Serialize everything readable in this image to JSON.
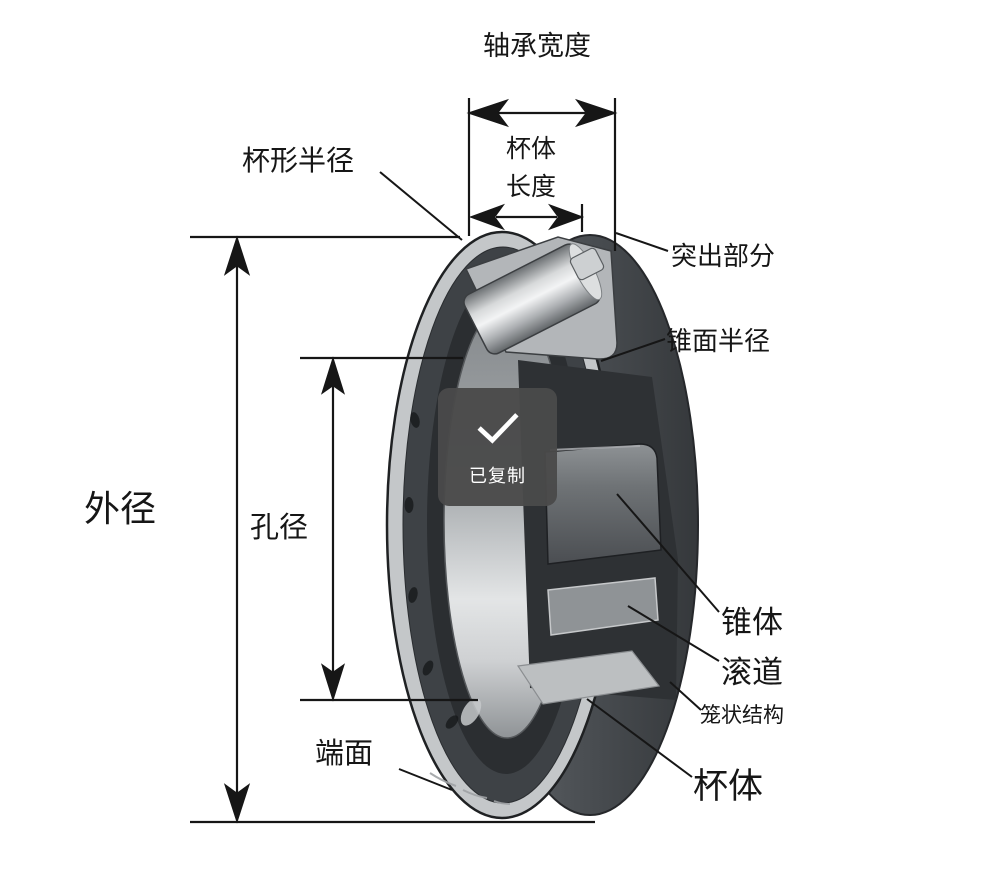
{
  "diagram": {
    "title": "轴承宽度",
    "labels": {
      "bearing_width": "轴承宽度",
      "cup_radius": "杯形半径",
      "cup_length_line1": "杯体",
      "cup_length_line2": "长度",
      "protrusion": "突出部分",
      "cone_face_radius": "锥面半径",
      "outer_diameter": "外径",
      "bore_diameter": "孔径",
      "cone": "锥体",
      "raceway": "滚道",
      "cage_structure": "笼状结构",
      "cup": "杯体",
      "end_face": "端面"
    }
  },
  "toast": {
    "message": "已复制",
    "icon": "check-icon",
    "background": "#4a4a4a",
    "text_color": "#ffffff"
  },
  "colors": {
    "line": "#161616",
    "cup_rim_light": "#c4c7c9",
    "ring_dark": "#3e4246",
    "bore_highlight": "#e3e5e6",
    "cone_gray": "#6f7376",
    "cage_dark": "#26282b",
    "background": "#ffffff"
  }
}
